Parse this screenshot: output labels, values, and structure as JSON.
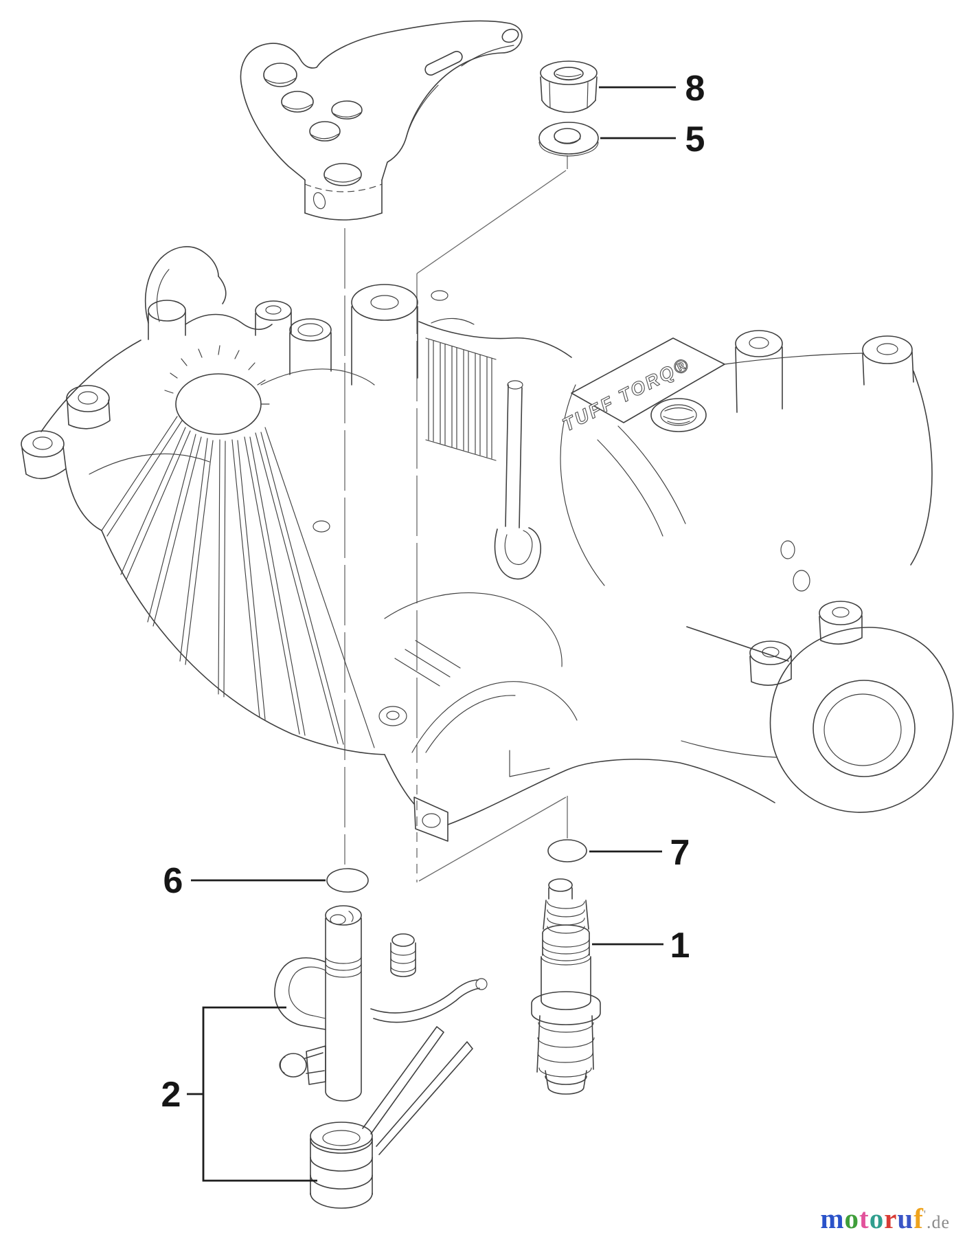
{
  "diagram": {
    "labels": {
      "p1": "1",
      "p2": "2",
      "p5": "5",
      "p6": "6",
      "p7": "7",
      "p8": "8"
    },
    "housing_marking": "TUFF TORQ®",
    "colors": {
      "background": "#ffffff",
      "line": "#3f3f3f",
      "label": "#161616",
      "leader": "#1d1d1d"
    }
  },
  "watermark": {
    "word": "motoruf",
    "letters": [
      {
        "char": "m",
        "color": "#2a52c9"
      },
      {
        "char": "o",
        "color": "#3f9e3a"
      },
      {
        "char": "t",
        "color": "#e2529b"
      },
      {
        "char": "o",
        "color": "#2f9e8e"
      },
      {
        "char": "r",
        "color": "#d93b35"
      },
      {
        "char": "u",
        "color": "#3a55c6"
      },
      {
        "char": "f",
        "color": "#efa31d"
      }
    ],
    "mark": "'",
    "suffix": ".de",
    "suffix_color": "#8b8b8b"
  }
}
